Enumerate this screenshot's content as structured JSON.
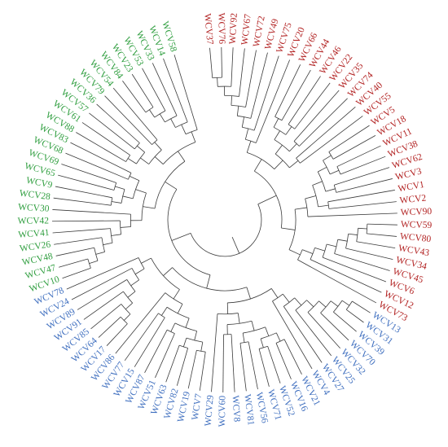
{
  "tree": {
    "colors": {
      "red": "#b22222",
      "blue": "#3f6fbf",
      "green": "#2f9e3f"
    },
    "leaves": [
      {
        "label": "WCV37",
        "group": "red"
      },
      {
        "label": "WCV76",
        "group": "red"
      },
      {
        "label": "WCV92",
        "group": "red"
      },
      {
        "label": "WCV67",
        "group": "red"
      },
      {
        "label": "WCV72",
        "group": "red"
      },
      {
        "label": "WCV49",
        "group": "red"
      },
      {
        "label": "WCV75",
        "group": "red"
      },
      {
        "label": "WCV20",
        "group": "red"
      },
      {
        "label": "WCV66",
        "group": "red"
      },
      {
        "label": "WCV44",
        "group": "red"
      },
      {
        "label": "WCV46",
        "group": "red"
      },
      {
        "label": "WCV22",
        "group": "red"
      },
      {
        "label": "WCV35",
        "group": "red"
      },
      {
        "label": "WCV74",
        "group": "red"
      },
      {
        "label": "WCV40",
        "group": "red"
      },
      {
        "label": "WCV55",
        "group": "red"
      },
      {
        "label": "WCV5",
        "group": "red"
      },
      {
        "label": "WCV18",
        "group": "red"
      },
      {
        "label": "WCV11",
        "group": "red"
      },
      {
        "label": "WCV38",
        "group": "red"
      },
      {
        "label": "WCV62",
        "group": "red"
      },
      {
        "label": "WCV3",
        "group": "red"
      },
      {
        "label": "WCV1",
        "group": "red"
      },
      {
        "label": "WCV2",
        "group": "red"
      },
      {
        "label": "WCV90",
        "group": "red"
      },
      {
        "label": "WCV59",
        "group": "red"
      },
      {
        "label": "WCV80",
        "group": "red"
      },
      {
        "label": "WCV43",
        "group": "red"
      },
      {
        "label": "WCV34",
        "group": "red"
      },
      {
        "label": "WCV45",
        "group": "red"
      },
      {
        "label": "WCV6",
        "group": "red"
      },
      {
        "label": "WCV12",
        "group": "red"
      },
      {
        "label": "WCV73",
        "group": "red"
      },
      {
        "label": "WCV13",
        "group": "blue"
      },
      {
        "label": "WCV31",
        "group": "blue"
      },
      {
        "label": "WCV39",
        "group": "blue"
      },
      {
        "label": "WCV70",
        "group": "blue"
      },
      {
        "label": "WCV32",
        "group": "blue"
      },
      {
        "label": "WCV25",
        "group": "blue"
      },
      {
        "label": "WCV27",
        "group": "blue"
      },
      {
        "label": "WCV4",
        "group": "blue"
      },
      {
        "label": "WCV21",
        "group": "blue"
      },
      {
        "label": "WCV16",
        "group": "blue"
      },
      {
        "label": "WCV52",
        "group": "blue"
      },
      {
        "label": "WCV71",
        "group": "blue"
      },
      {
        "label": "WCV56",
        "group": "blue"
      },
      {
        "label": "WCV81",
        "group": "blue"
      },
      {
        "label": "WCV8",
        "group": "blue"
      },
      {
        "label": "WCV60",
        "group": "blue"
      },
      {
        "label": "WCV29",
        "group": "blue"
      },
      {
        "label": "WCV7",
        "group": "blue"
      },
      {
        "label": "WCV19",
        "group": "blue"
      },
      {
        "label": "WCV82",
        "group": "blue"
      },
      {
        "label": "WCV63",
        "group": "blue"
      },
      {
        "label": "WCV51",
        "group": "blue"
      },
      {
        "label": "WCV87",
        "group": "blue"
      },
      {
        "label": "WCV15",
        "group": "blue"
      },
      {
        "label": "WCV77",
        "group": "blue"
      },
      {
        "label": "WCV86",
        "group": "blue"
      },
      {
        "label": "WCV17",
        "group": "blue"
      },
      {
        "label": "WCV64",
        "group": "blue"
      },
      {
        "label": "WCV85",
        "group": "blue"
      },
      {
        "label": "WCV91",
        "group": "blue"
      },
      {
        "label": "WCV89",
        "group": "blue"
      },
      {
        "label": "WCV24",
        "group": "blue"
      },
      {
        "label": "WCV78",
        "group": "blue"
      },
      {
        "label": "WCV10",
        "group": "green"
      },
      {
        "label": "WCV47",
        "group": "green"
      },
      {
        "label": "WCV48",
        "group": "green"
      },
      {
        "label": "WCV26",
        "group": "green"
      },
      {
        "label": "WCV41",
        "group": "green"
      },
      {
        "label": "WCV42",
        "group": "green"
      },
      {
        "label": "WCV30",
        "group": "green"
      },
      {
        "label": "WCV28",
        "group": "green"
      },
      {
        "label": "WCV9",
        "group": "green"
      },
      {
        "label": "WCV65",
        "group": "green"
      },
      {
        "label": "WCV69",
        "group": "green"
      },
      {
        "label": "WCV68",
        "group": "green"
      },
      {
        "label": "WCV83",
        "group": "green"
      },
      {
        "label": "WCV88",
        "group": "green"
      },
      {
        "label": "WCV61",
        "group": "green"
      },
      {
        "label": "WCV57",
        "group": "green"
      },
      {
        "label": "WCV36",
        "group": "green"
      },
      {
        "label": "WCV79",
        "group": "green"
      },
      {
        "label": "WCV54",
        "group": "green"
      },
      {
        "label": "WCV84",
        "group": "green"
      },
      {
        "label": "WCV23",
        "group": "green"
      },
      {
        "label": "WCV53",
        "group": "green"
      },
      {
        "label": "WCV33",
        "group": "green"
      },
      {
        "label": "WCV14",
        "group": "green"
      },
      {
        "label": "WCV58",
        "group": "green"
      }
    ]
  }
}
